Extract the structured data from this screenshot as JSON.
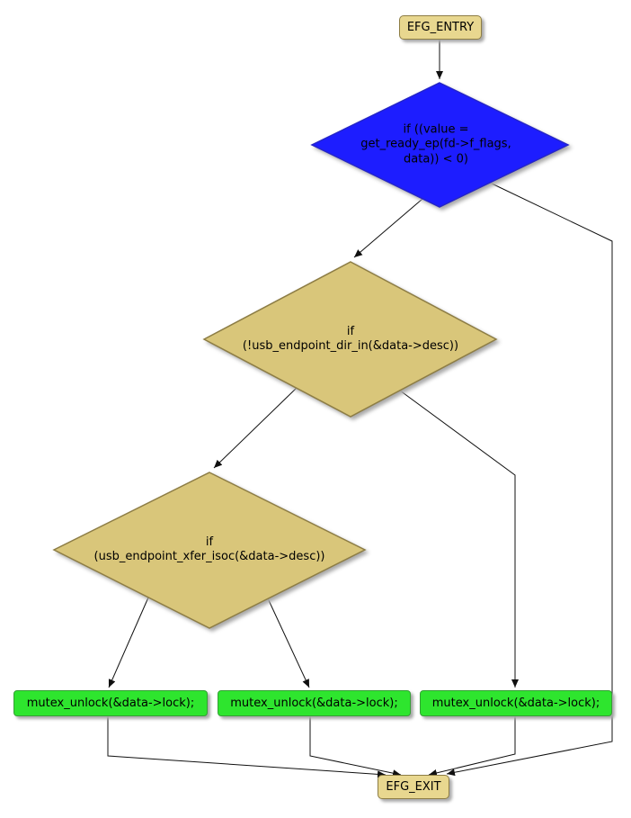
{
  "diagram": {
    "type": "control-flow-graph",
    "colors": {
      "terminal_fill": "#e8d78f",
      "decision_blue_fill": "#1d1dff",
      "decision_tan_fill": "#d9c67a",
      "process_green_fill": "#2ee52e",
      "edge": "#101010"
    },
    "nodes": {
      "entry": {
        "label": "EFG_ENTRY"
      },
      "decision1": {
        "label": "if ((value =\nget_ready_ep(fd->f_flags,\ndata)) < 0)"
      },
      "decision2": {
        "label": "if\n(!usb_endpoint_dir_in(&data->desc))"
      },
      "decision3": {
        "label": "if\n(usb_endpoint_xfer_isoc(&data->desc))"
      },
      "process1": {
        "label": "mutex_unlock(&data->lock);"
      },
      "process2": {
        "label": "mutex_unlock(&data->lock);"
      },
      "process3": {
        "label": "mutex_unlock(&data->lock);"
      },
      "exit": {
        "label": "EFG_EXIT"
      }
    },
    "edges": [
      {
        "from": "entry",
        "to": "decision1"
      },
      {
        "from": "decision1",
        "to": "decision2"
      },
      {
        "from": "decision1",
        "to": "exit"
      },
      {
        "from": "decision2",
        "to": "decision3"
      },
      {
        "from": "decision2",
        "to": "process3"
      },
      {
        "from": "decision3",
        "to": "process1"
      },
      {
        "from": "decision3",
        "to": "process2"
      },
      {
        "from": "process1",
        "to": "exit"
      },
      {
        "from": "process2",
        "to": "exit"
      },
      {
        "from": "process3",
        "to": "exit"
      }
    ]
  }
}
